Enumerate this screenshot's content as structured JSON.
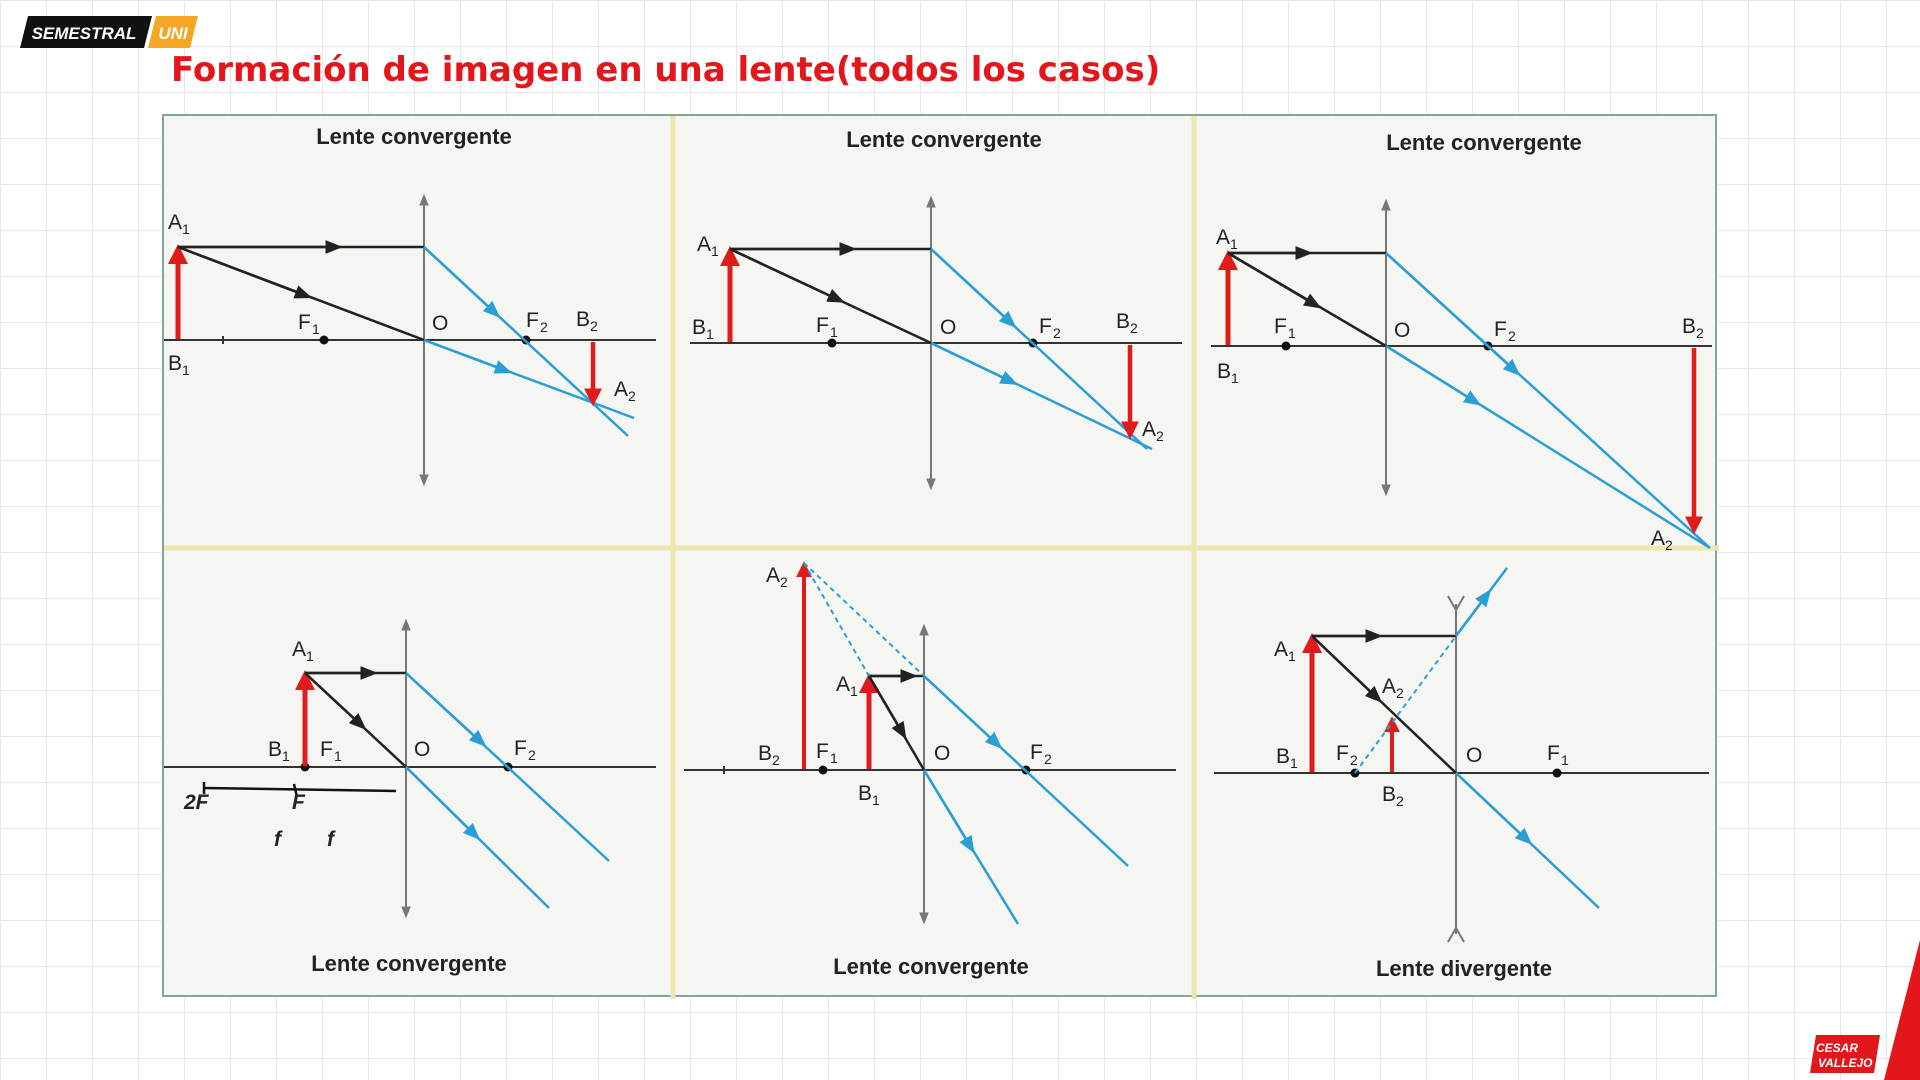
{
  "header": {
    "badge_left": "SEMESTRAL",
    "badge_right": "UNI",
    "title": "Formación de imagen en una lente(todos los casos)"
  },
  "panels": [
    {
      "title": "Lente convergente",
      "labels": {
        "A1": "A",
        "B1": "B",
        "F1": "F",
        "O": "O",
        "F2": "F",
        "B2": "B",
        "A2": "A"
      }
    },
    {
      "title": "Lente convergente",
      "labels": {
        "A1": "A",
        "B1": "B",
        "F1": "F",
        "O": "O",
        "F2": "F",
        "B2": "B",
        "A2": "A"
      }
    },
    {
      "title": "Lente convergente",
      "labels": {
        "A1": "A",
        "B1": "B",
        "F1": "F",
        "O": "O",
        "F2": "F",
        "B2": "B",
        "A2": "A"
      }
    },
    {
      "title": "Lente convergente",
      "labels": {
        "A1": "A",
        "B1": "B",
        "F1": "F",
        "O": "O",
        "F2": "F"
      }
    },
    {
      "title": "Lente convergente",
      "labels": {
        "A1": "A",
        "B1": "B",
        "F1": "F",
        "O": "O",
        "F2": "F",
        "B2": "B",
        "A2": "A"
      }
    },
    {
      "title": "Lente divergente",
      "labels": {
        "A1": "A",
        "B1": "B",
        "F1": "F",
        "O": "O",
        "F2": "F",
        "B2": "B",
        "A2": "A"
      }
    }
  ],
  "subscripts": {
    "one": "1",
    "two": "2"
  },
  "handwritten": {
    "twoF": "2F",
    "F": "F",
    "f1": "f",
    "f2": "f"
  },
  "logo": {
    "line1": "CESAR",
    "line2": "VALLEJO"
  },
  "colors": {
    "title": "#e3161b",
    "ray": "#2a9fd6",
    "object_arrow": "#e01b1b",
    "axis": "#333333",
    "frame": "#7fa89a",
    "badge_right": "#f5a623"
  }
}
